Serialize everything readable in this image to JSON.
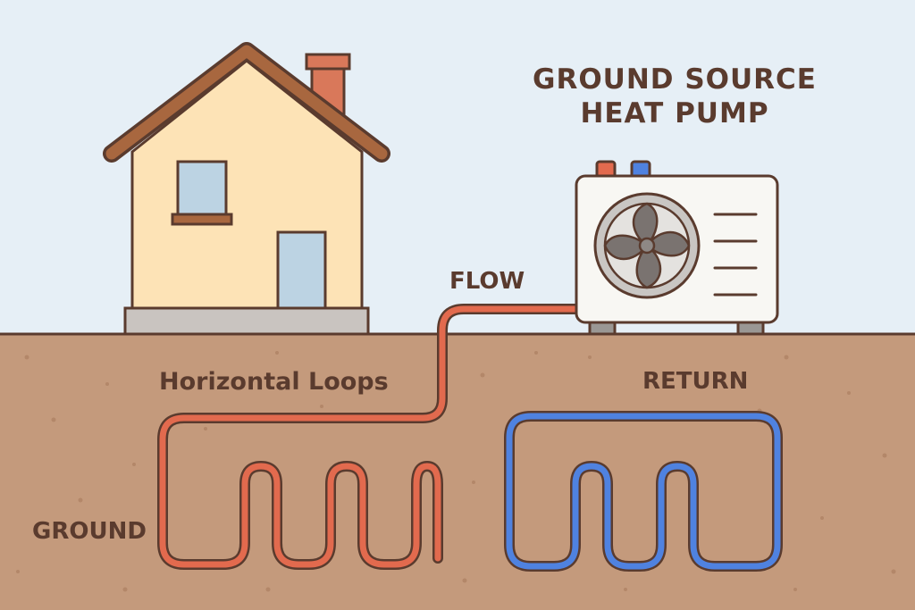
{
  "title": {
    "line1": "GROUND SOURCE",
    "line2": "HEAT PUMP"
  },
  "labels": {
    "flow": "FLOW",
    "horizontal_loops": "Horizontal Loops",
    "return": "RETURN",
    "ground": "GROUND"
  },
  "icons": {
    "house": "house-icon",
    "heat_pump_unit": "heat-pump-unit-icon",
    "fan": "fan-icon"
  },
  "colors": {
    "sky": "#e6eff6",
    "ground": "#c49a7c",
    "ground_line": "#5a3b2e",
    "text": "#5a3b2e",
    "wall": "#fde3b6",
    "roof": "#a8673f",
    "chimney": "#d9785a",
    "window": "#bcd3e3",
    "unit_body": "#f8f7f3",
    "fan_blade": "#7a7370",
    "flow_pipe": "#e26a4e",
    "return_pipe": "#4f82e0",
    "outline": "#5a3b2e"
  }
}
